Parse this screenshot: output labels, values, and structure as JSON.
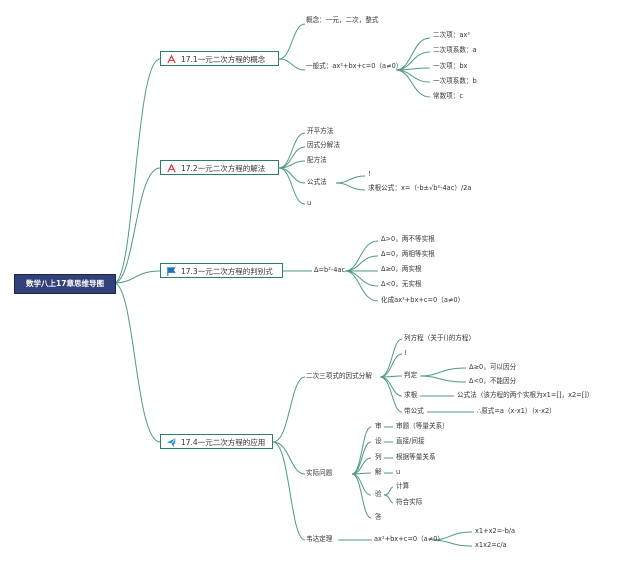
{
  "root": "数学八上17章思维导图",
  "b1": {
    "title": "17.1一元二次方程的概念",
    "concept": "概念：一元，二次，整式",
    "general": "一般式：ax²+bx+c=0（a≠0）",
    "items": [
      "二次项：ax²",
      "二次项系数：a",
      "一次项：bx",
      "一次项系数：b",
      "常数项：c"
    ]
  },
  "b2": {
    "title": "17.2一元二次方程的解法",
    "m1": "开平方法",
    "m2": "因式分解法",
    "m3": "配方法",
    "m4": "公式法",
    "m5": "u",
    "f1": "!",
    "f2": "求根公式：x=（-b±√b²-4ac）/2a"
  },
  "b3": {
    "title": "17.3一元二次方程的判别式",
    "delta": "Δ=b²-4ac",
    "items": [
      "Δ>0，两不等实根",
      "Δ=0，两相等实根",
      "Δ≥0，两实根",
      "Δ<0，无实根",
      "化成ax²+bx+c=0（a≠0）"
    ]
  },
  "b4": {
    "title": "17.4一元二次方程的应用",
    "factor": "二次三项式的因式分解",
    "f_items": [
      "列方程（关于()的方程）",
      "!",
      "判定",
      "求根",
      "带公式"
    ],
    "judge": [
      "Δ≥0，可以因分",
      "Δ<0，不能因分"
    ],
    "root_formula": "公式法（该方程的两个实根为x1=[]，x2=[]）",
    "bring": "∴原式=a（x-x1）（x-x2）",
    "practical": "实际问题",
    "steps": [
      "审",
      "设",
      "列",
      "解",
      "验",
      "答"
    ],
    "step_notes": [
      "审题（等量关系）",
      "直接/间接",
      "根据等量关系",
      "u"
    ],
    "check": [
      "计算",
      "符合实际"
    ],
    "vieta": "韦达定理",
    "vieta_eq": "ax²+bx+c=0（a≠0）",
    "vieta_items": [
      "x1+x2=-b/a",
      "x1x2=c/a"
    ]
  },
  "colors": {
    "line": "#4f9a83",
    "root_bg": "#33417a",
    "border": "#2e7d67",
    "flag": "#1f6fbf",
    "plane": "#2a8fd6"
  }
}
